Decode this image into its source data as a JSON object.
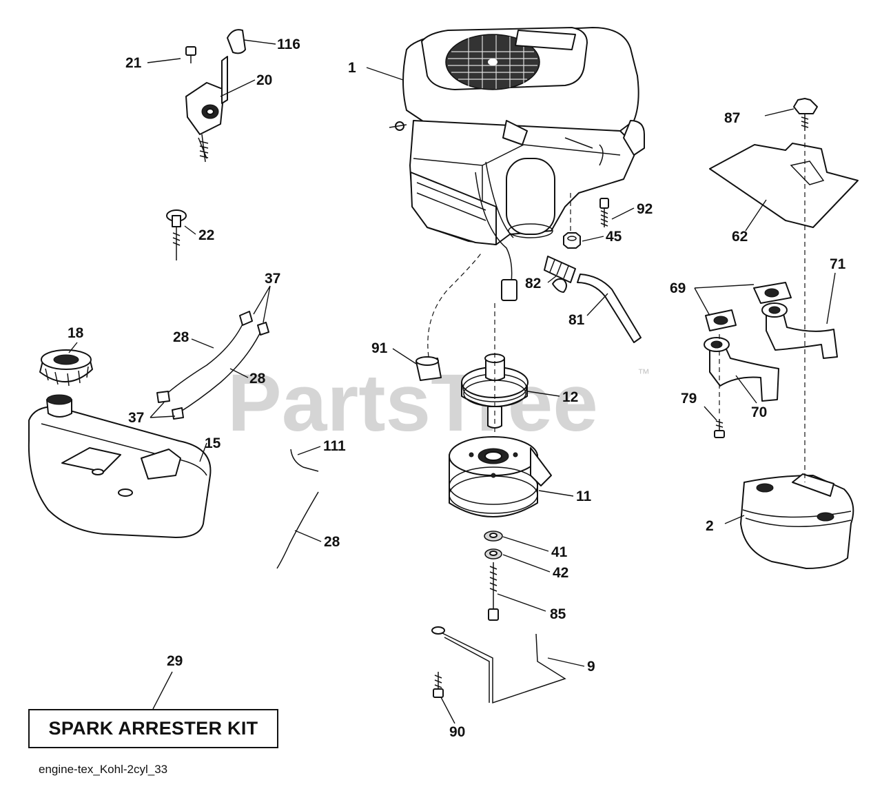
{
  "watermark": {
    "text": "PartsTree",
    "trademark": "™"
  },
  "kit_box": {
    "label": "SPARK ARRESTER KIT"
  },
  "drawing_code": "engine-tex_Kohl-2cyl_33",
  "callouts": [
    {
      "id": "116",
      "text": "116"
    },
    {
      "id": "21",
      "text": "21"
    },
    {
      "id": "20",
      "text": "20"
    },
    {
      "id": "22",
      "text": "22"
    },
    {
      "id": "37a",
      "text": "37"
    },
    {
      "id": "28a",
      "text": "28"
    },
    {
      "id": "28b",
      "text": "28"
    },
    {
      "id": "37b",
      "text": "37"
    },
    {
      "id": "18",
      "text": "18"
    },
    {
      "id": "15",
      "text": "15"
    },
    {
      "id": "111",
      "text": "111"
    },
    {
      "id": "28c",
      "text": "28"
    },
    {
      "id": "29",
      "text": "29"
    },
    {
      "id": "1",
      "text": "1"
    },
    {
      "id": "92",
      "text": "92"
    },
    {
      "id": "45",
      "text": "45"
    },
    {
      "id": "82",
      "text": "82"
    },
    {
      "id": "81",
      "text": "81"
    },
    {
      "id": "91",
      "text": "91"
    },
    {
      "id": "12",
      "text": "12"
    },
    {
      "id": "11",
      "text": "11"
    },
    {
      "id": "41",
      "text": "41"
    },
    {
      "id": "42",
      "text": "42"
    },
    {
      "id": "85",
      "text": "85"
    },
    {
      "id": "9",
      "text": "9"
    },
    {
      "id": "90",
      "text": "90"
    },
    {
      "id": "87",
      "text": "87"
    },
    {
      "id": "62",
      "text": "62"
    },
    {
      "id": "69",
      "text": "69"
    },
    {
      "id": "71",
      "text": "71"
    },
    {
      "id": "79",
      "text": "79"
    },
    {
      "id": "70",
      "text": "70"
    },
    {
      "id": "2",
      "text": "2"
    }
  ]
}
